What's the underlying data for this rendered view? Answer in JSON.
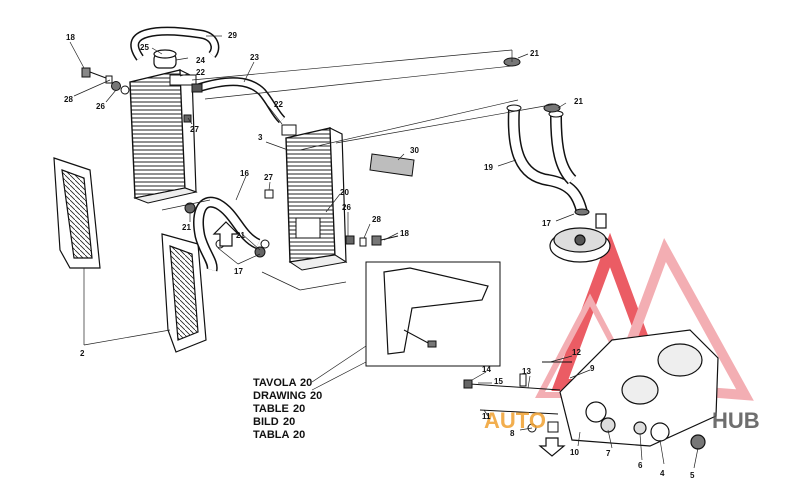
{
  "callouts": {
    "c29": "29",
    "c25": "25",
    "c24": "24",
    "c22a": "22",
    "c23": "23",
    "c18a": "18",
    "c28a": "28",
    "c26a": "26",
    "c27a": "27",
    "c22b": "22",
    "c3": "3",
    "c30": "30",
    "c21a": "21",
    "c21b": "21",
    "c19": "19",
    "c17a": "17",
    "c16": "16",
    "c27b": "27",
    "c20a": "20",
    "c26b": "26",
    "c28b": "28",
    "c18b": "18",
    "c21c": "21",
    "c21d": "21",
    "c17b": "17",
    "c2": "2",
    "c12": "12",
    "c9": "9",
    "c13": "13",
    "c14": "14",
    "c15": "15",
    "c11": "11",
    "c8": "8",
    "c10": "10",
    "c7": "7",
    "c6": "6",
    "c4": "4",
    "c5": "5"
  },
  "reference": {
    "lines": [
      {
        "label": "TAVOLA",
        "num": "20"
      },
      {
        "label": "DRAWING",
        "num": "20"
      },
      {
        "label": "TABLE",
        "num": "20"
      },
      {
        "label": "BILD",
        "num": "20"
      },
      {
        "label": "TABLA",
        "num": "20"
      }
    ]
  },
  "watermark": {
    "left": "AUTO",
    "right": "HUB",
    "colors": {
      "red": "#e8404a",
      "pink": "#f2a0a6",
      "orange": "#f0a030"
    }
  }
}
